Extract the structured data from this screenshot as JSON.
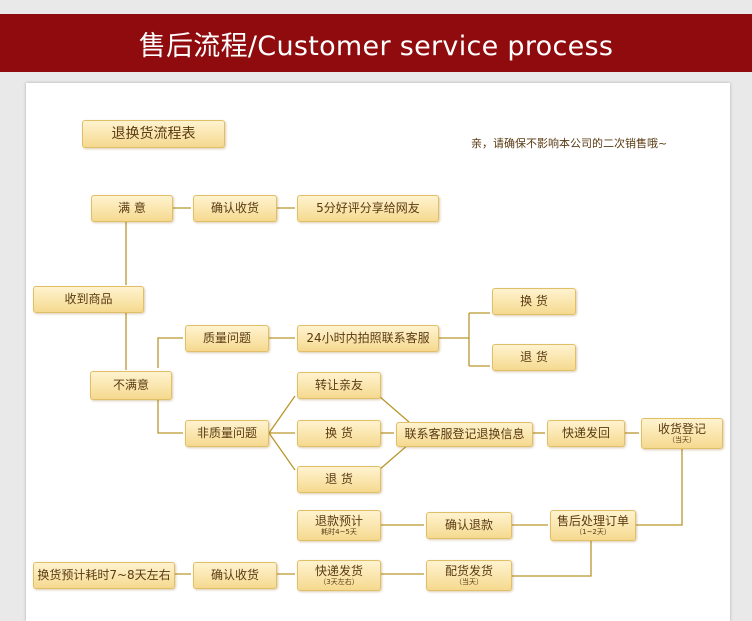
{
  "header": {
    "title": "售后流程/Customer service process"
  },
  "diagram": {
    "title": "退换货流程表",
    "note": "亲，请确保不影响本公司的二次销售哦~",
    "nodes": {
      "satisfied": "满  意",
      "confirm_receipt_1": "确认收货",
      "share_review": "5分好评分享给网友",
      "received": "收到商品",
      "quality_issue": "质量问题",
      "contact_24h": "24小时内拍照联系客服",
      "exchange_1": "换  货",
      "return_1": "退  货",
      "dissatisfied": "不满意",
      "transfer": "转让亲友",
      "non_quality_issue": "非质量问题",
      "exchange_2": "换  货",
      "return_2": "退  货",
      "contact_register": "联系客服登记退换信息",
      "express_return": "快递发回",
      "receive_register": "收货登记",
      "receive_register_sub": "（当天）",
      "refund_estimate": "退款预计",
      "refund_estimate_sub": "耗时4~5天",
      "confirm_refund": "确认退款",
      "process_order": "售后处理订单",
      "process_order_sub": "（1~2天）",
      "exchange_estimate": "换货预计耗时7~8天左右",
      "confirm_receipt_2": "确认收货",
      "express_ship": "快递发货",
      "express_ship_sub": "（3天左右）",
      "allocate_ship": "配货发货",
      "allocate_ship_sub": "（当天）"
    }
  },
  "colors": {
    "banner": "#8f0b0d",
    "box_fill": "#f5d98f",
    "box_border": "#e1bf67",
    "line": "#b9962f",
    "text": "#5a3a12"
  }
}
